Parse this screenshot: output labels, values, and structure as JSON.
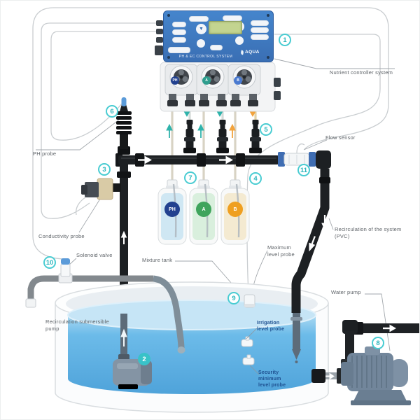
{
  "title": "Hydroponic pH & EC nutrient dosing system diagram",
  "controller": {
    "system_label": "PH & EC CONTROL SYSTEM",
    "brand": "AQUA"
  },
  "dosing_pumps": {
    "ph": "PH",
    "a": "A",
    "b": "B"
  },
  "bottles": {
    "ph": "PH",
    "a": "A",
    "b": "B"
  },
  "labels": {
    "nutrient_controller": "Nutrient controller system",
    "flow_sensor": "Flow sensor",
    "ph_probe": "PH probe",
    "conductivity_probe": "Conductivity probe",
    "solenoid_valve": "Solenoid valve",
    "mixture_tank": "Mixture tank",
    "recirculation_pvc": "Recirculation of the system (PVC)",
    "maximum_level_probe": "Maximum level probe",
    "water_pump": "Water pump",
    "recirculation_submersible_pump": "Recirculation submersible pump",
    "irrigation_level_probe": "Irrigation level probe",
    "security_minimum_level_probe": "Security minimum level probe"
  },
  "callouts": {
    "c1": "1",
    "c2": "2",
    "c3": "3",
    "c4": "4",
    "c5": "5",
    "c6": "6",
    "c7": "7",
    "c8": "8",
    "c9": "9",
    "c10": "10",
    "c11": "11"
  },
  "colors": {
    "accent_teal": "#38c2c8",
    "controller_blue": "#3f7cc4",
    "water_blue": "#5fb5e6",
    "badge_ph": "#22418f",
    "badge_a": "#3fa45c",
    "badge_b": "#ef9f20",
    "arrow_teal": "#2fb3ab",
    "arrow_orange": "#f2a33c"
  }
}
